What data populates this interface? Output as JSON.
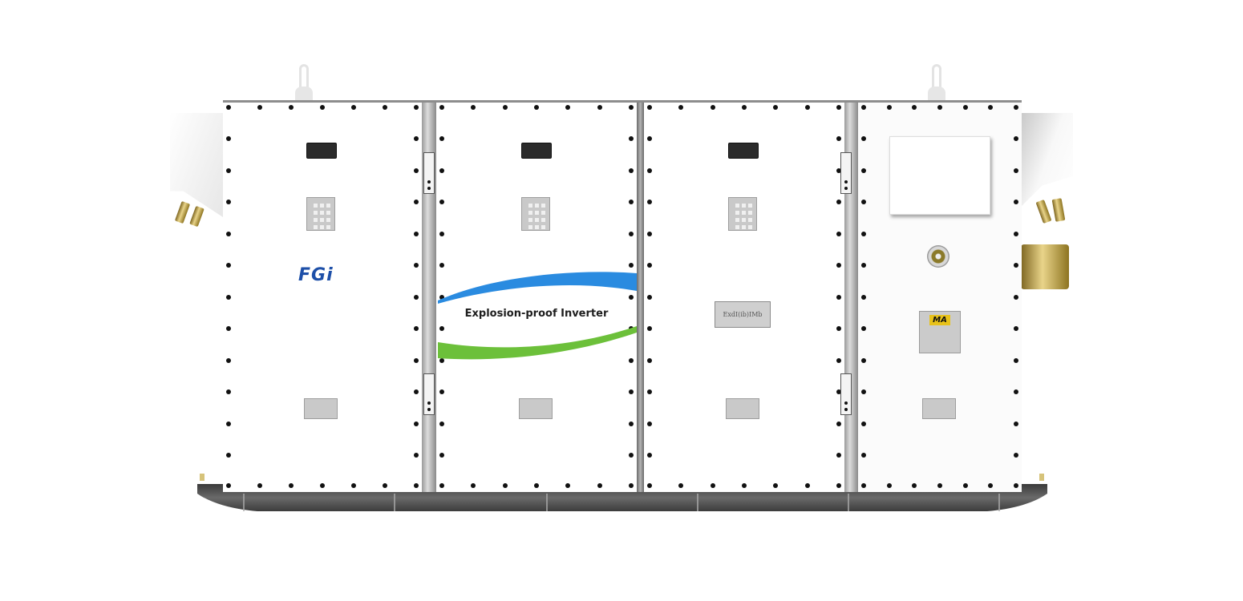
{
  "image": {
    "subject": "Explosion-proof Inverter cabinet",
    "background_color": "#ffffff"
  },
  "product": {
    "brand_logo": "FGi",
    "front_label": "Explosion-proof Inverter",
    "ex_marking": "ExdI(ib)IMb",
    "certification_badge": "MA",
    "panel_count": 4
  },
  "colors": {
    "logo_blue": "#1d4fa8",
    "swoosh_blue": "#2a8be0",
    "swoosh_green": "#6cc03a",
    "cabinet_white": "#ffffff",
    "frame_gray": "#8d8d8d",
    "base_dark": "#4a4a4a",
    "brass": "#d9c26c",
    "badge_yellow": "#e8c21a"
  },
  "panels": [
    {
      "id": "panel-1",
      "has_display": true,
      "has_keypad": true,
      "has_logo": true
    },
    {
      "id": "panel-2",
      "has_display": true,
      "has_keypad": true,
      "has_label": true
    },
    {
      "id": "panel-3",
      "has_display": true,
      "has_keypad": true,
      "has_ex_plate": true
    },
    {
      "id": "panel-4",
      "has_cover": true,
      "has_indicator": true,
      "has_ma_plate": true
    }
  ]
}
